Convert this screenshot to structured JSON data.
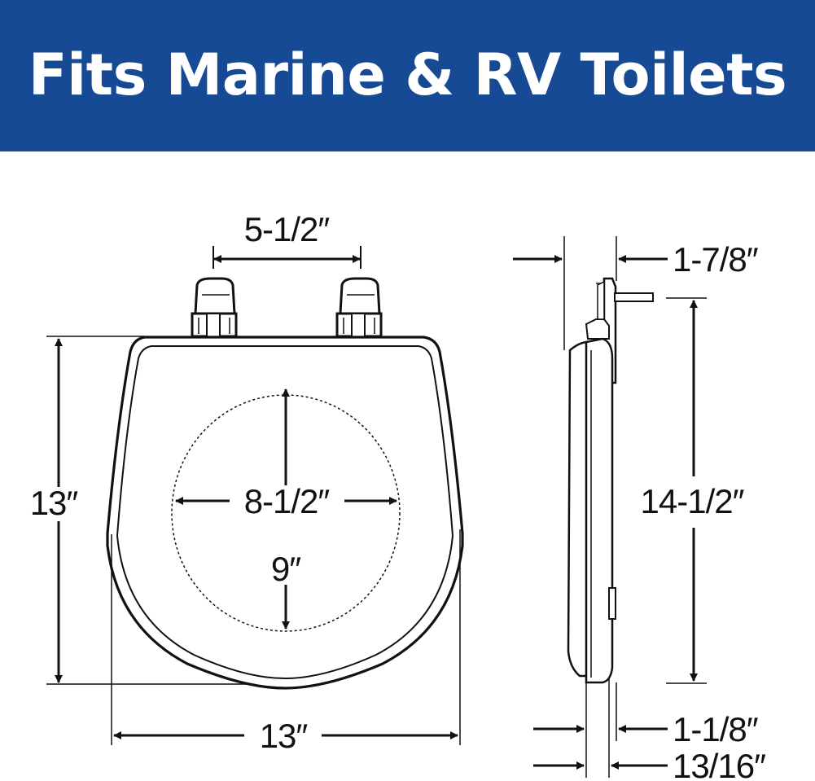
{
  "banner": {
    "title": "Fits Marine & RV Toilets",
    "background": "#174a94",
    "text_color": "#ffffff"
  },
  "front_view": {
    "hinge_spacing": "5-1/2″",
    "overall_length": "13″",
    "overall_width": "13″",
    "opening_width": "8-1/2″",
    "opening_length": "9″"
  },
  "side_view": {
    "hinge_offset": "1-7/8″",
    "bolt_to_front": "14-1/2″",
    "closed_height": "1-1/8″",
    "seat_thickness": "13/16″"
  }
}
